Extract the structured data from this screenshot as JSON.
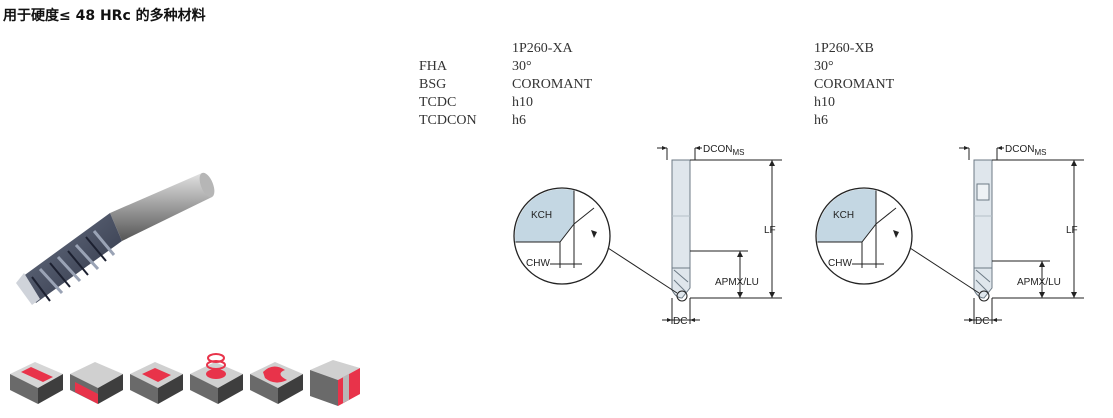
{
  "heading": "用于硬度≤ 48 HRc 的多种材料",
  "spec_labels": [
    "FHA",
    "BSG",
    "TCDC",
    "TCDCON"
  ],
  "variants": [
    {
      "name": "1P260-XA",
      "values": [
        "30°",
        "COROMANT",
        "h10",
        "h6"
      ]
    },
    {
      "name": "1P260-XB",
      "values": [
        "30°",
        "COROMANT",
        "h10",
        "h6"
      ]
    }
  ],
  "dims": {
    "dcon": "DCON",
    "dcon_sub": "MS",
    "lf": "LF",
    "apmx": "APMX/LU",
    "dc": "DC",
    "kch": "KCH",
    "chw": "CHW"
  },
  "colors": {
    "tool_light": "#dfe6ec",
    "detail_fill": "#c4d7e3",
    "mark_red": "#e8334a"
  }
}
